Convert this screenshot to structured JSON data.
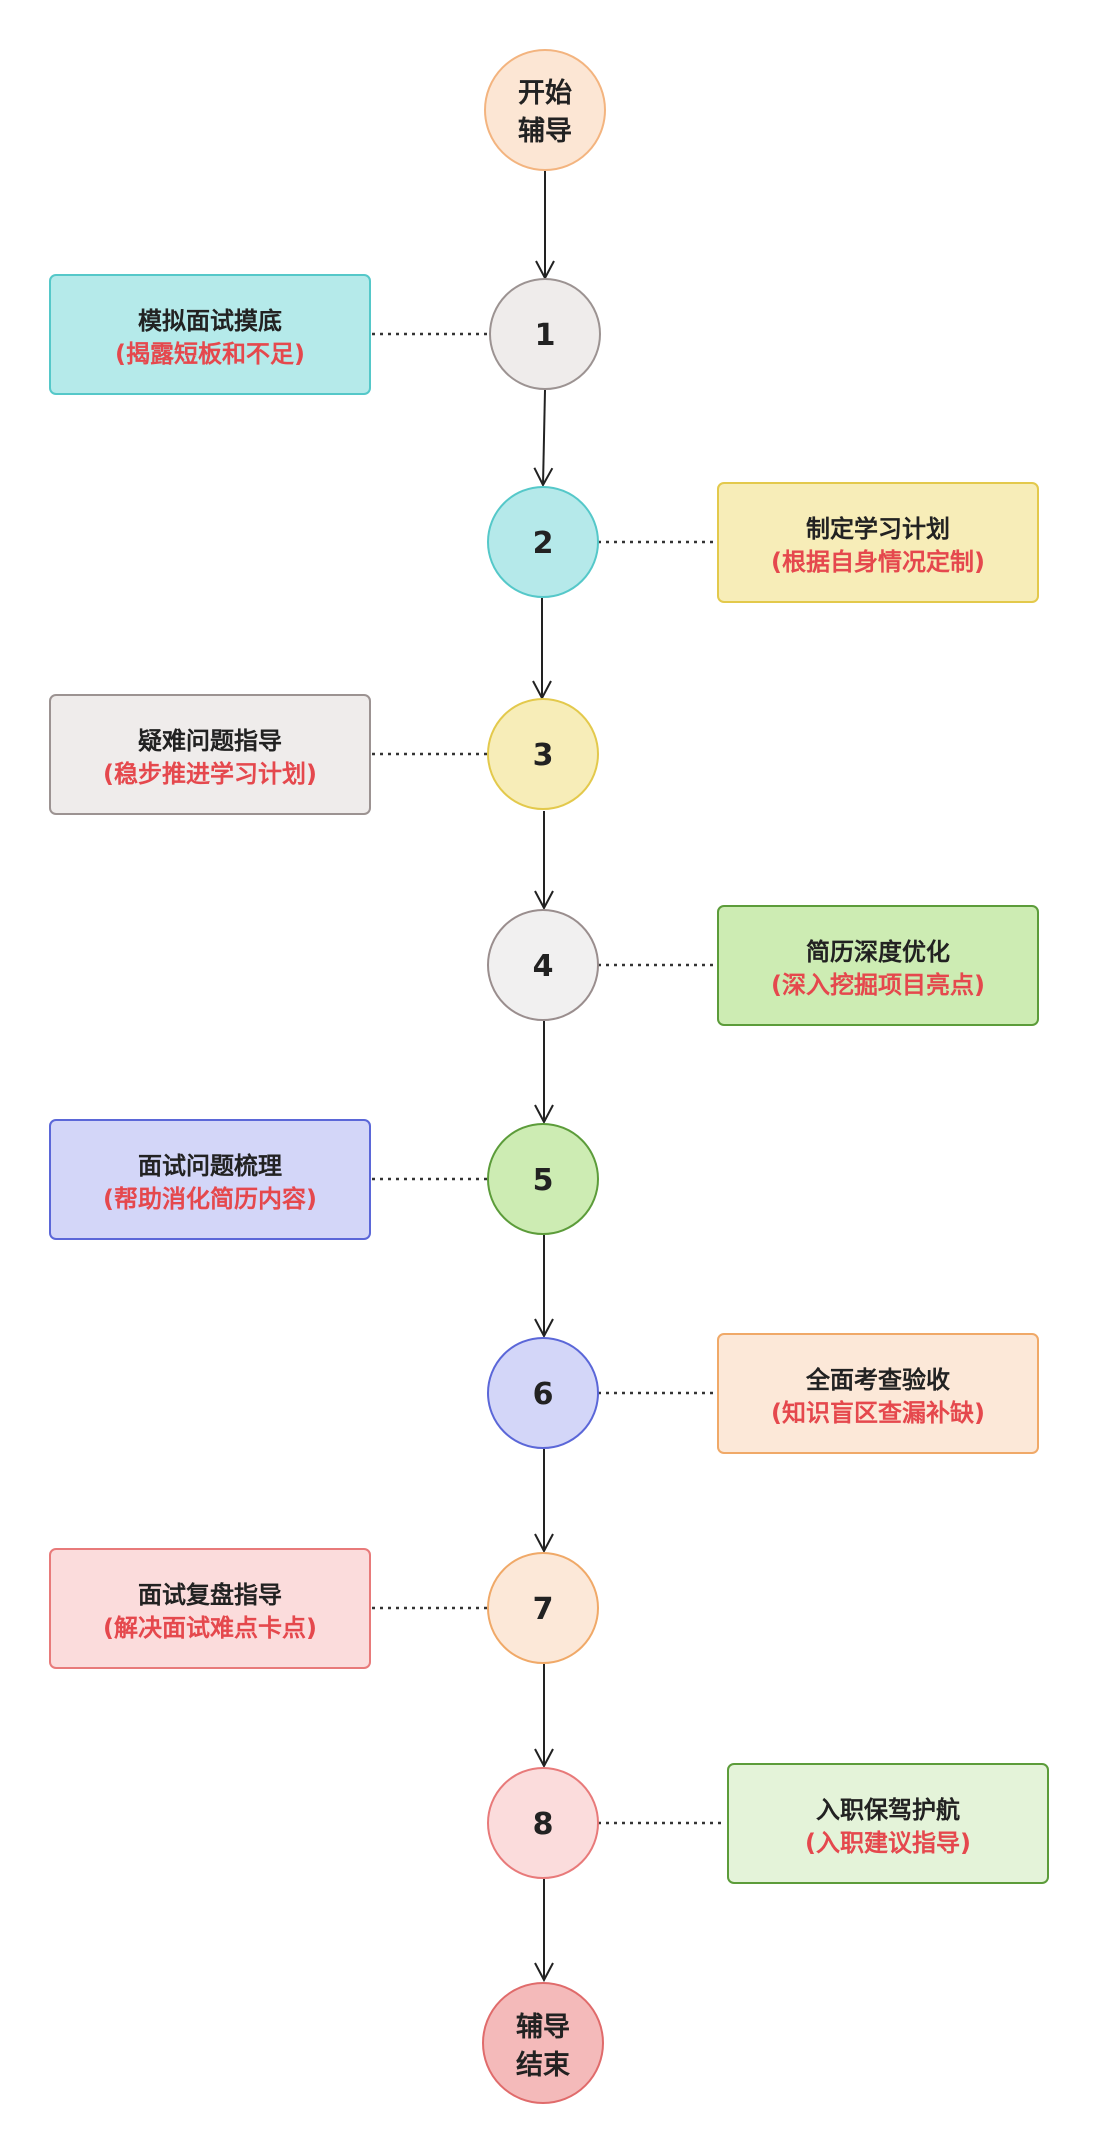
{
  "start": {
    "line1": "开始",
    "line2": "辅导"
  },
  "end": {
    "line1": "辅导",
    "line2": "结束"
  },
  "colors": {
    "subtitle": "#e5484d"
  },
  "steps": [
    {
      "num": "1",
      "title": "模拟面试摸底",
      "subtitle": "(揭露短板和不足)"
    },
    {
      "num": "2",
      "title": "制定学习计划",
      "subtitle": "(根据自身情况定制)"
    },
    {
      "num": "3",
      "title": "疑难问题指导",
      "subtitle": "(稳步推进学习计划)"
    },
    {
      "num": "4",
      "title": "简历深度优化",
      "subtitle": "(深入挖掘项目亮点)"
    },
    {
      "num": "5",
      "title": "面试问题梳理",
      "subtitle": "(帮助消化简历内容)"
    },
    {
      "num": "6",
      "title": "全面考查验收",
      "subtitle": "(知识盲区查漏补缺)"
    },
    {
      "num": "7",
      "title": "面试复盘指导",
      "subtitle": "(解决面试难点卡点)"
    },
    {
      "num": "8",
      "title": "入职保驾护航",
      "subtitle": "(入职建议指导)"
    }
  ]
}
